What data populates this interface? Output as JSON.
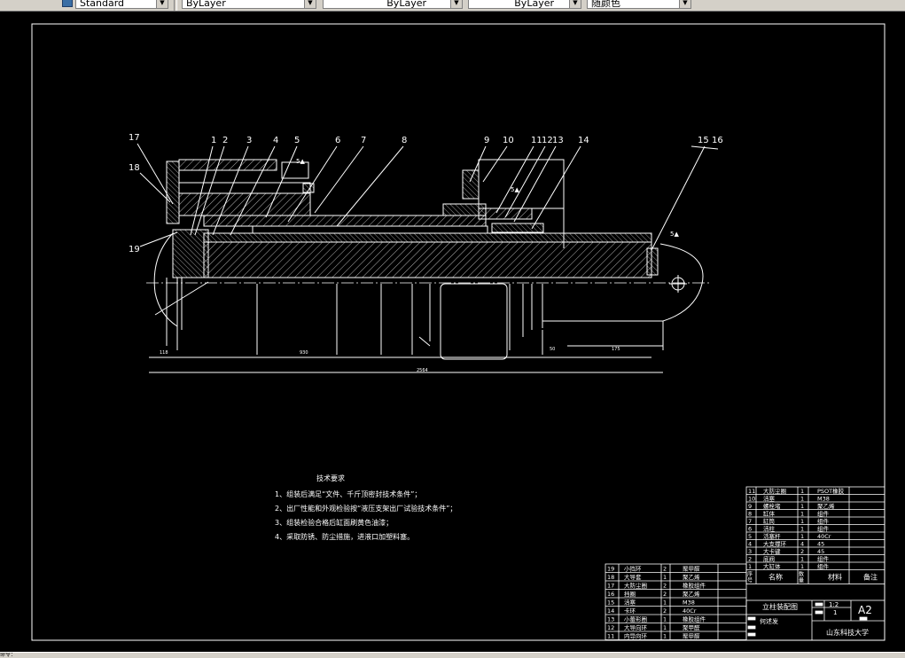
{
  "toolbar": {
    "style_value": "Standard",
    "layer_value": "ByLayer",
    "linetype_value": "ByLayer",
    "lineweight_value": "ByLayer",
    "color_value": "随颜色"
  },
  "callouts": [
    "17",
    "18",
    "19",
    "1",
    "2",
    "3",
    "4",
    "5",
    "6",
    "7",
    "8",
    "9",
    "10",
    "11",
    "12",
    "13",
    "14",
    "15",
    "16"
  ],
  "weld_labels": [
    "5▲",
    "5▲",
    "5▲"
  ],
  "dimensions": {
    "d1": "118",
    "d2": "930",
    "d3": "50",
    "d4": "175",
    "total": "2564"
  },
  "tech_requirements": {
    "title": "技术要求",
    "items": [
      "1、组装后满足“文件、千斤顶密封技术条件”；",
      "2、出厂性能和外观检验按“液压支架出厂试验技术条件”；",
      "3、组装检验合格后缸面刷黄色油漆；",
      "4、采取防锈、防尘措施，进液口加塑料塞。"
    ]
  },
  "bom_right": {
    "rows": [
      {
        "no": "11",
        "name": "大防尘圈",
        "qty": "1",
        "material": "PSOT橡胶"
      },
      {
        "no": "10",
        "name": "活塞",
        "qty": "1",
        "material": "M38"
      },
      {
        "no": "9",
        "name": "螺栓堵",
        "qty": "1",
        "material": "聚乙烯"
      },
      {
        "no": "8",
        "name": "缸体",
        "qty": "1",
        "material": "组件"
      },
      {
        "no": "7",
        "name": "缸筒",
        "qty": "1",
        "material": "组件"
      },
      {
        "no": "6",
        "name": "活柱",
        "qty": "1",
        "material": "组件"
      },
      {
        "no": "5",
        "name": "活塞杆",
        "qty": "1",
        "material": "40Cr"
      },
      {
        "no": "4",
        "name": "大支撑环",
        "qty": "4",
        "material": "45"
      },
      {
        "no": "3",
        "name": "大卡键",
        "qty": "2",
        "material": "45"
      },
      {
        "no": "2",
        "name": "底阀",
        "qty": "1",
        "material": "组件"
      },
      {
        "no": "1",
        "name": "大缸体",
        "qty": "1",
        "material": "组件"
      }
    ],
    "header": {
      "no": "序号",
      "name": "名称",
      "qty": "数量",
      "material": "材料",
      "note": "备注"
    }
  },
  "bom_left": {
    "rows": [
      {
        "no": "19",
        "name": "小挡环",
        "qty": "2",
        "material": "聚甲醛"
      },
      {
        "no": "18",
        "name": "大导套",
        "qty": "1",
        "material": "聚乙烯"
      },
      {
        "no": "17",
        "name": "大防尘圈",
        "qty": "2",
        "material": "橡胶组件"
      },
      {
        "no": "16",
        "name": "挡圈",
        "qty": "2",
        "material": "聚乙烯"
      },
      {
        "no": "15",
        "name": "活塞",
        "qty": "1",
        "material": "M38"
      },
      {
        "no": "14",
        "name": "卡环",
        "qty": "2",
        "material": "40Cr"
      },
      {
        "no": "13",
        "name": "小蕾形圈",
        "qty": "1",
        "material": "橡胶组件"
      },
      {
        "no": "12",
        "name": "大导向环",
        "qty": "1",
        "material": "聚甲醛"
      },
      {
        "no": "11",
        "name": "内导向环",
        "qty": "1",
        "material": "聚甲醛"
      }
    ]
  },
  "title_block": {
    "drawing_name": "立柱装配图",
    "scale": "1:2",
    "sheet": "1",
    "size": "A2",
    "designer": "何述发",
    "school": "山东科技大学"
  },
  "colors": {
    "background": "#000000",
    "lines": "#ffffff",
    "toolbar": "#d4d0c8"
  },
  "command_line": "命令："
}
